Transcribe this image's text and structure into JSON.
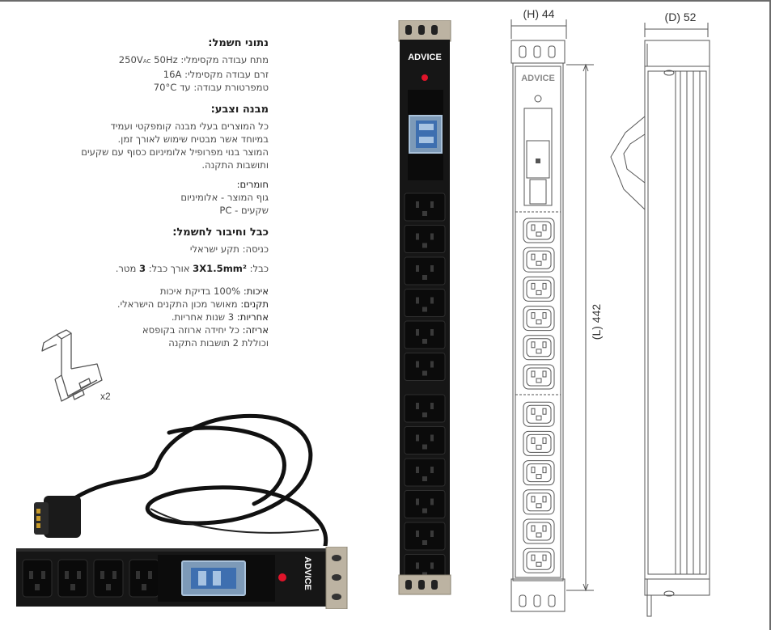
{
  "electrical": {
    "title": "נתוני חשמל:",
    "voltage_label": "מתח עבודה מקסימלי:",
    "voltage_value": "250V",
    "voltage_sub": "AC",
    "voltage_freq": "50Hz",
    "current_label": "זרם עבודה מקסימלי:",
    "current_value": "16A",
    "temp_line": "טמפרטורת עבודה: עד 70°C"
  },
  "structure": {
    "title": "מבנה וצבע:",
    "lines": [
      "כל המוצרים בעלי מבנה קומפקטי ועמיד",
      "במיוחד אשר מבטיח שימוש לאורך זמן.",
      "המוצר בנוי מפרופיל אלומיניום כסוף עם שקעים",
      "ותושבות התקנה."
    ]
  },
  "materials": {
    "title": "חומרים:",
    "lines": [
      "גוף המוצר - אלומיניום",
      "שקעים - PC"
    ]
  },
  "cable": {
    "title": "כבל וחיבור לחשמל:",
    "input_line": "כניסה: תקע ישראלי",
    "cable_label": "כבל:",
    "cable_spec": "3X1.5mm²",
    "length_label": "אורך כבל:",
    "length_value": "3",
    "length_unit": "מטר."
  },
  "quality": {
    "quality_label": "איכות:",
    "quality_value": "100% בדיקת איכות",
    "standards_label": "תקנים:",
    "standards_value": "מאושר מכון התקנים הישראלי.",
    "warranty_label": "אחריות:",
    "warranty_value": "3 שנות אחריות.",
    "packaging_label": "אריזה:",
    "packaging_value": "כל יחידה ארוזה בקופסא",
    "packaging_value2": "וכוללת 2 תושבות התקנה"
  },
  "bracket": {
    "qty_label": "x2"
  },
  "brand": {
    "name": "ADVICE"
  },
  "dimensions": {
    "height": "(H) 44",
    "depth": "(D) 52",
    "length": "(L) 442"
  },
  "colors": {
    "pdu_body": "#161616",
    "bracket_metal": "#b9b1a0",
    "power_led": "#e0142a",
    "line_drawing": "#555555"
  }
}
